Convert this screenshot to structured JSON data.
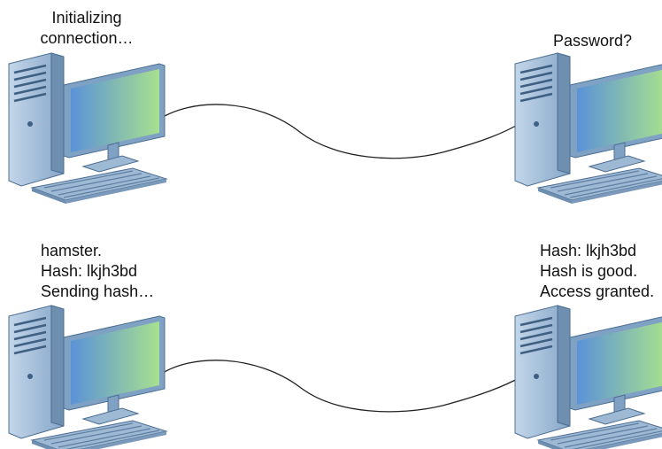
{
  "panels": [
    {
      "client_text": [
        "Initializing",
        "connection…"
      ],
      "server_text": [
        "Password?"
      ]
    },
    {
      "client_text": [
        "hamster.",
        "Hash: lkjh3bd",
        "Sending hash…"
      ],
      "server_text": [
        "Hash: lkjh3bd",
        "Hash is good.",
        "Access granted."
      ]
    }
  ],
  "colors": {
    "tower_body": "#a9c3dc",
    "tower_dark": "#6f8fb0",
    "monitor_frame": "#7ea1c4",
    "screen_start": "#5b92d8",
    "screen_end": "#a7e08e",
    "keyboard": "#9eb9d4",
    "cable": "#222222"
  },
  "icons": [
    "desktop-computer-icon",
    "keyboard-icon"
  ]
}
